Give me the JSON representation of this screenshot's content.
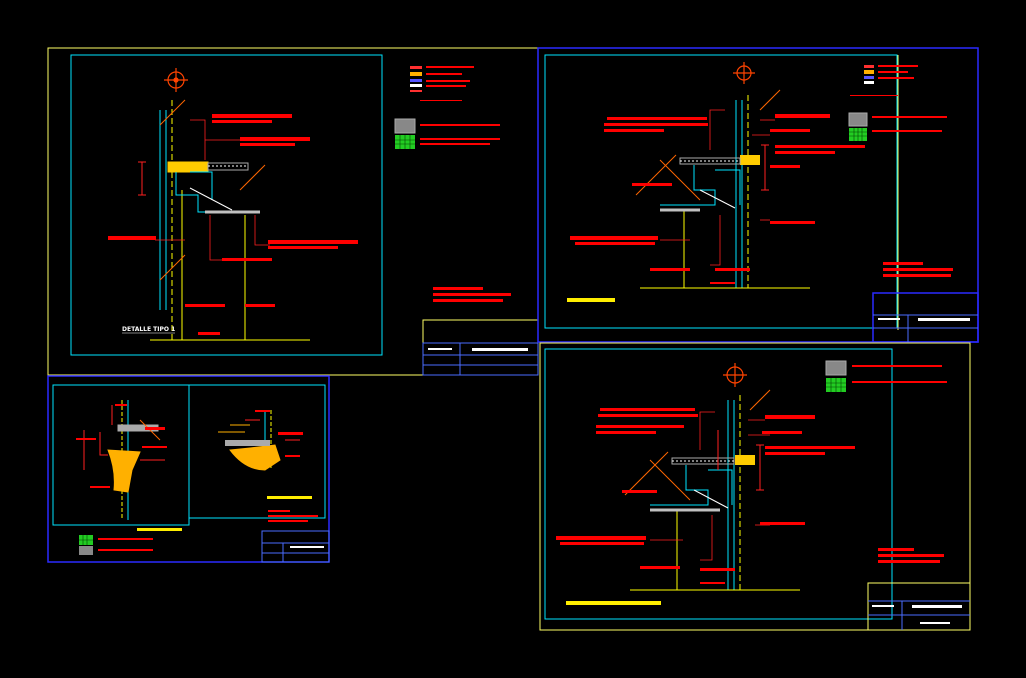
{
  "drawing": {
    "background_color": "#000000",
    "colors": {
      "sheet_border": "#ffff66",
      "sheet_frame_blue": "#2a2aff",
      "viewport": "#00e5ff",
      "annotation_red": "#ff0000",
      "leader_red": "#ff2020",
      "dimension_green": "#33ff33",
      "yellow_member": "#ffcc00",
      "insulation_orange": "#ffb000",
      "steel_grey": "#c0c0c0",
      "white_text": "#ffffff",
      "legend_green": "#33dd33",
      "legend_grey": "#888888"
    },
    "sheets": [
      {
        "id": "sheet-1",
        "caption": "DETALLE TIPO 1"
      },
      {
        "id": "sheet-2",
        "caption": ""
      },
      {
        "id": "sheet-3",
        "caption": ""
      },
      {
        "id": "sheet-4",
        "caption": ""
      }
    ],
    "icons": [
      "crosshair-symbol-icon",
      "hatch-legend-icon",
      "grid-legend-icon"
    ]
  }
}
